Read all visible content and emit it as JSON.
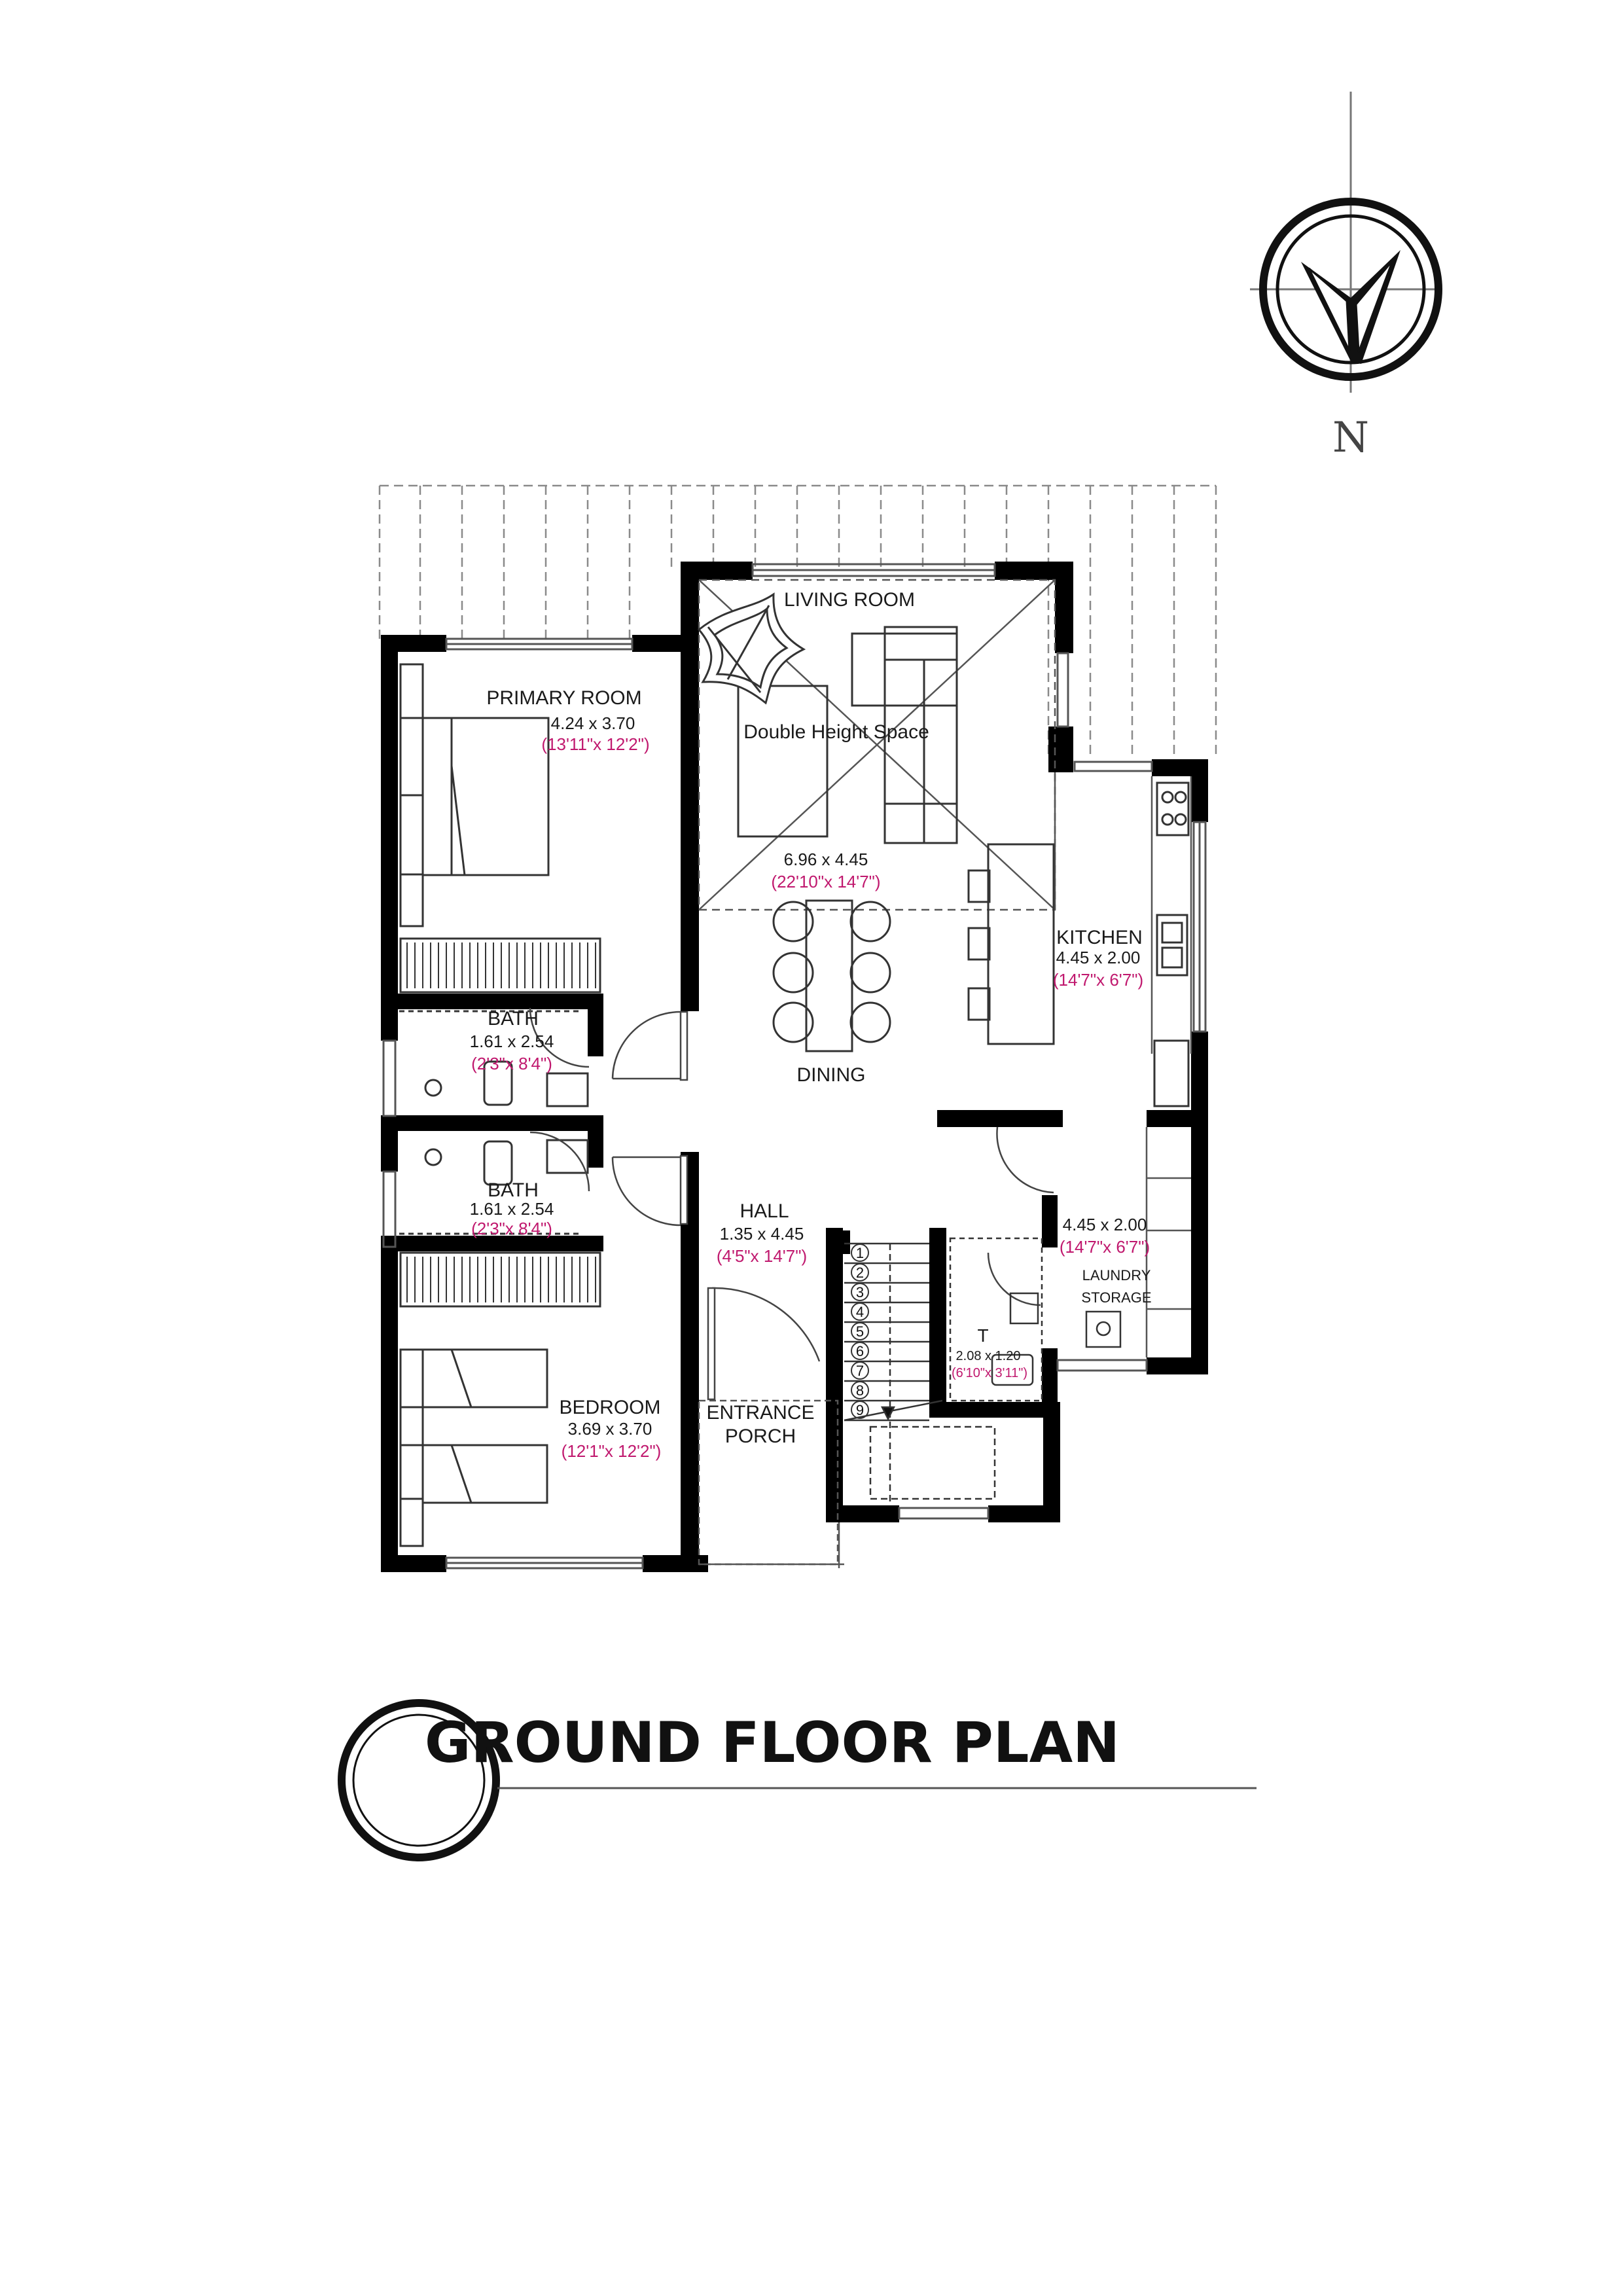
{
  "colors": {
    "wall": "#000000",
    "line": "#555555",
    "light_line": "#9a9a9a",
    "imperial": "#c0186e"
  },
  "compass": {
    "north_label": "N"
  },
  "title": {
    "text": "GROUND FLOOR PLAN"
  },
  "rooms": {
    "living": {
      "name": "LIVING ROOM",
      "note": "Double Height Space",
      "dim": "6.96 x 4.45",
      "imperial": "(22'10\"x 14'7\")"
    },
    "primary": {
      "name": "PRIMARY ROOM",
      "dim": "4.24 x 3.70",
      "imperial": "(13'11\"x 12'2\")"
    },
    "bath1": {
      "name": "BATH",
      "dim": "1.61 x 2.54",
      "imperial": "(2'3\"x 8'4\")"
    },
    "bath2": {
      "name": "BATH",
      "dim": "1.61 x 2.54",
      "imperial": "(2'3\"x 8'4\")"
    },
    "dining": {
      "name": "DINING"
    },
    "kitchen": {
      "name": "KITCHEN",
      "dim": "4.45 x 2.00",
      "imperial": "(14'7\"x 6'7\")"
    },
    "hall": {
      "name": "HALL",
      "dim": "1.35 x 4.45",
      "imperial": "(4'5\"x 14'7\")"
    },
    "laundry": {
      "name": "LAUNDRY",
      "name2": "STORAGE",
      "dim": "4.45 x 2.00",
      "imperial": "(14'7\"x 6'7\")"
    },
    "toilet": {
      "name": "T",
      "dim": "2.08 x 1.20",
      "imperial": "(6'10\"x 3'11\")"
    },
    "bedroom": {
      "name": "BEDROOM",
      "dim": "3.69 x 3.70",
      "imperial": "(12'1\"x 12'2\")"
    },
    "porch": {
      "name": "ENTRANCE",
      "name2": "PORCH"
    }
  },
  "stair_steps": [
    "1",
    "2",
    "3",
    "4",
    "5",
    "6",
    "7",
    "8",
    "9"
  ]
}
